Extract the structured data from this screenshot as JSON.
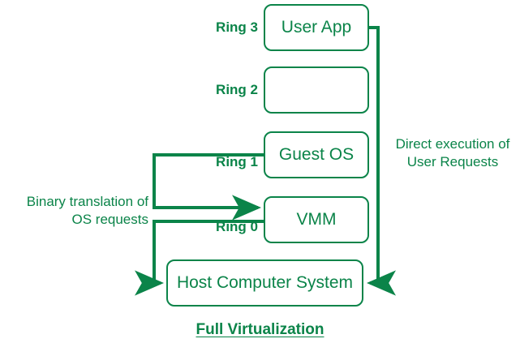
{
  "diagram": {
    "title": "Full Virtualization",
    "accent_color": "#0b8449",
    "background_color": "#ffffff",
    "boxes": [
      {
        "name": "user-app",
        "label": "User App"
      },
      {
        "name": "ring2-empty",
        "label": ""
      },
      {
        "name": "guest-os",
        "label": "Guest OS"
      },
      {
        "name": "vmm",
        "label": "VMM"
      },
      {
        "name": "host-computer-system",
        "label": "Host Computer System"
      }
    ],
    "ring_labels": [
      {
        "name": "ring-3",
        "label": "Ring 3"
      },
      {
        "name": "ring-2",
        "label": "Ring 2"
      },
      {
        "name": "ring-1",
        "label": "Ring 1"
      },
      {
        "name": "ring-0",
        "label": "Ring 0"
      }
    ],
    "annotations": {
      "left": "Binary translation of\nOS requests",
      "left_line1": "Binary translation of",
      "left_line2": "OS requests",
      "right_line1": "Direct execution of",
      "right_line2": "User Requests"
    }
  }
}
